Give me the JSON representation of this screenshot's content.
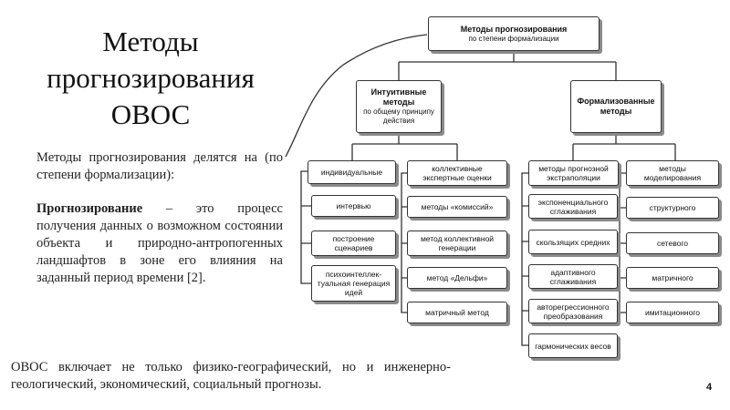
{
  "slide": {
    "title": "Методы прогнозирования ОВОС",
    "para1": "Методы прогнозирования делятся на (по степени формализации):",
    "para2_term": "Прогнозирование",
    "para2_rest": " – это процесс получения данных о возможном состоянии объекта и природно-антропогенных ландшафтов в зоне его влияния на заданный период времени [2].",
    "para3": "ОВОС включает не только физико-географический, но и инженерно-геологический, экономический, социальный прогнозы.",
    "page_number": "4"
  },
  "diagram": {
    "root": {
      "title": "Методы прогнозирования",
      "subtitle": "по степени формализации"
    },
    "intuitive": {
      "title": "Интуитивные методы",
      "subtitle": "по общему принципу действия"
    },
    "formal": {
      "title": "Формализованные методы"
    },
    "individual": {
      "label": "индивидуальные"
    },
    "collective": {
      "label": "коллективные экспертные оценки"
    },
    "extrapolation": {
      "label": "методы прогнозной экстраполяции"
    },
    "modeling": {
      "label": "методы моделирования"
    },
    "individual_items": [
      "интервью",
      "построение сценариев",
      "психоинтеллек-туальная генерация идей"
    ],
    "collective_items": [
      "методы «комиссий»",
      "метод коллективной генерации",
      "метод «Дельфи»",
      "матричный метод"
    ],
    "extrapolation_items": [
      "экспоненциального сглаживания",
      "скользящих средних",
      "адаптивного сглаживания",
      "авторегрессионного преобразования",
      "гармонических весов"
    ],
    "modeling_items": [
      "структурного",
      "сетевого",
      "матричного",
      "имитационного"
    ]
  }
}
